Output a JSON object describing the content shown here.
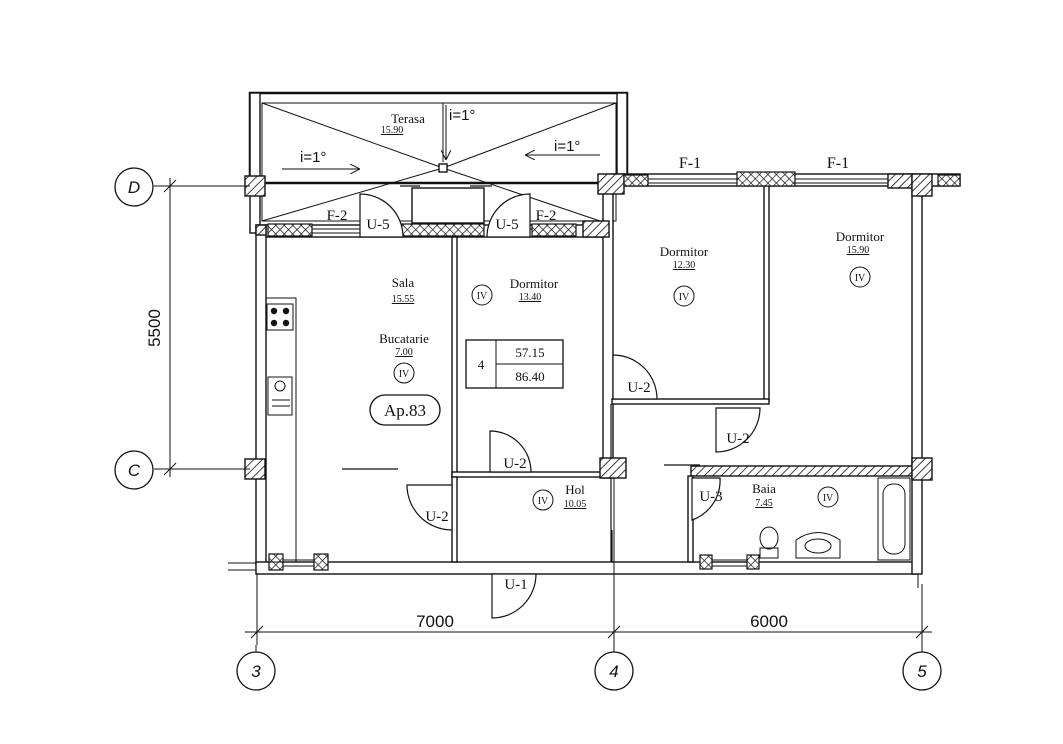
{
  "rooms": {
    "terasa": {
      "name": "Terasa",
      "area": "15.90"
    },
    "sala": {
      "name": "Sala",
      "area": "15.55"
    },
    "bucatarie": {
      "name": "Bucatarie",
      "area": "7.00"
    },
    "dormitor_center": {
      "name": "Dormitor",
      "area": "13.40"
    },
    "dormitor_mid": {
      "name": "Dormitor",
      "area": "12.30"
    },
    "dormitor_right": {
      "name": "Dormitor",
      "area": "15.90"
    },
    "hol": {
      "name": "Hol",
      "area": "10.05"
    },
    "baia": {
      "name": "Baia",
      "area": "7.45"
    }
  },
  "marks": {
    "class_iv": "IV"
  },
  "apartment": {
    "label": "Ap.83"
  },
  "summary_table": {
    "rooms_count": "4",
    "useful_area": "57.15",
    "built_area": "86.40"
  },
  "slopes": {
    "top": "i=1°",
    "left": "i=1°",
    "right": "i=1°"
  },
  "openings": {
    "window": "F-1",
    "balcony_window": "F-2",
    "door_entry": "U-1",
    "door_interior": "U-2",
    "door_bath": "U-3",
    "door_balcony": "U-5"
  },
  "dimensions": {
    "vertical": "5500",
    "left_span": "7000",
    "right_span": "6000"
  },
  "axes": {
    "row_d": "D",
    "row_c": "C",
    "col_3": "3",
    "col_4": "4",
    "col_5": "5"
  }
}
